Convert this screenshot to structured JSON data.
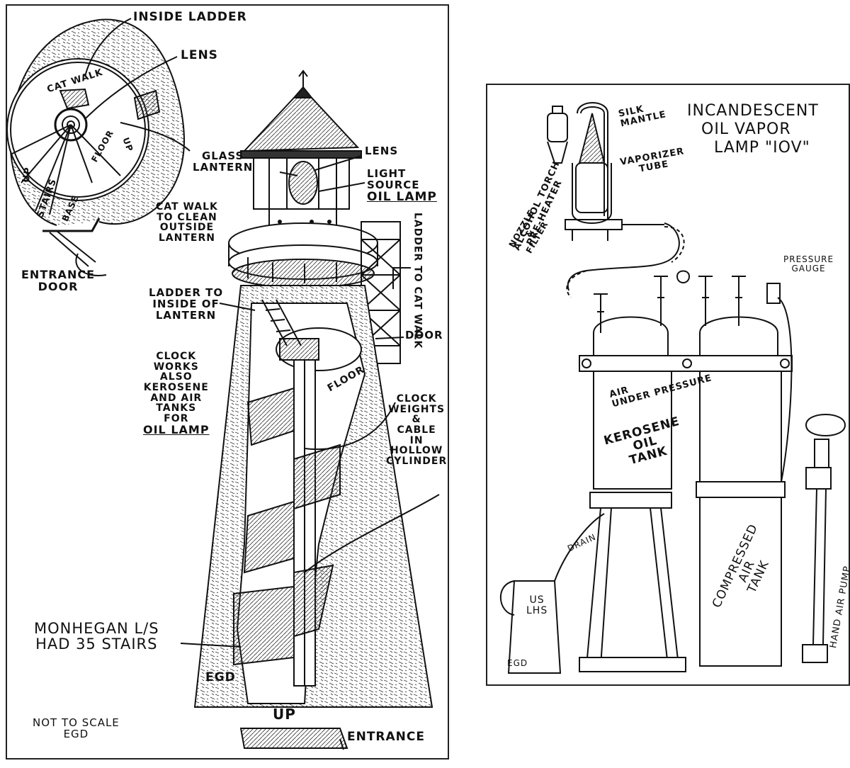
{
  "lighthouse": {
    "inside_ladder": "INSIDE LADDER",
    "lens_top": "LENS",
    "cat_walk_plan": "CAT WALK",
    "floor_plan": "FLOOR",
    "up_plan_right": "UP",
    "up_plan_left": "UP",
    "stairs_plan": "STAIRS",
    "base_plan": "BASE",
    "entrance_door": [
      "ENTRANCE",
      "DOOR"
    ],
    "glass_lantern": [
      "GLASS",
      "LANTERN"
    ],
    "lens_tower": "LENS",
    "light_source": [
      "LIGHT",
      "SOURCE",
      "OIL LAMP"
    ],
    "cat_walk_clean": [
      "CAT WALK",
      "TO CLEAN",
      "OUTSIDE",
      "LANTERN"
    ],
    "ladder_to_cat_walk": "LADDER TO CAT WALK",
    "ladder_to_inside": [
      "LADDER TO",
      "INSIDE OF",
      "LANTERN"
    ],
    "door": "DOOR",
    "clock_works": [
      "CLOCK",
      "WORKS",
      "ALSO",
      "KEROSENE",
      "AND AIR",
      "TANKS",
      "FOR",
      "OIL LAMP"
    ],
    "floor_tower": "FLOOR",
    "clock_weights": [
      "CLOCK",
      "WEIGHTS",
      "&",
      "CABLE",
      "IN",
      "HOLLOW",
      "CYLINDER"
    ],
    "monhegan": [
      "MONHEGAN L/S",
      "HAD 35 STAIRS"
    ],
    "egd_tower": "EGD",
    "up_tower": "UP",
    "not_to_scale": [
      "NOT TO SCALE",
      "EGD"
    ],
    "entrance": "ENTRANCE"
  },
  "lamp": {
    "title": [
      "INCANDESCENT",
      "OIL VAPOR",
      "LAMP \"IOV\""
    ],
    "alcohol_torch": [
      "ALCOHOL TORCH",
      "PRE-HEATER"
    ],
    "silk_mantle": [
      "SILK",
      "MANTLE"
    ],
    "vaporizer_tube": [
      "VAPORIZER",
      "TUBE"
    ],
    "nozzle_filter": [
      "NOZZLE",
      "&",
      "FILTER"
    ],
    "pressure_gauge": [
      "PRESSURE",
      "GAUGE"
    ],
    "air_under_pressure": [
      "AIR",
      "UNDER PRESSURE"
    ],
    "kerosene_tank": [
      "KEROSENE",
      "OIL",
      "TANK"
    ],
    "compressed_air_tank": [
      "COMPRESSED",
      "AIR",
      "TANK"
    ],
    "hand_air_pump": "HAND AIR PUMP",
    "drain": "DRAIN",
    "us_lhs": [
      "US",
      "LHS"
    ],
    "egd_lamp": "EGD"
  }
}
